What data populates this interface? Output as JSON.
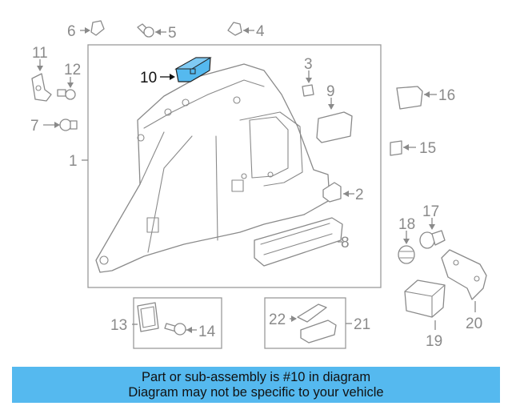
{
  "diagram": {
    "highlight_color": "#55b9ef",
    "callouts": [
      "1",
      "2",
      "3",
      "4",
      "5",
      "6",
      "7",
      "8",
      "9",
      "10",
      "11",
      "12",
      "13",
      "14",
      "15",
      "16",
      "17",
      "18",
      "19",
      "20",
      "21",
      "22"
    ],
    "highlighted_callout": "10"
  },
  "banner": {
    "line1": "Part or sub-assembly is #10 in diagram",
    "line2": "Diagram may not be specific to your vehicle",
    "color": "#55b9ef"
  }
}
